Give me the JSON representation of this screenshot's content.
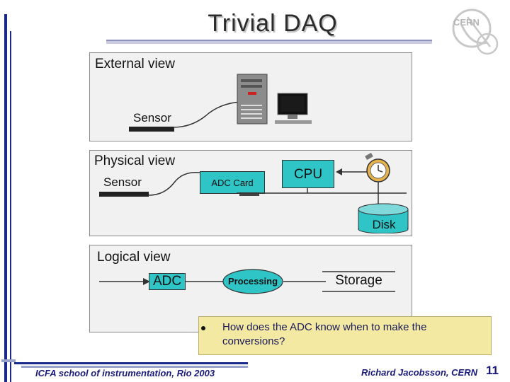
{
  "title": "Trivial DAQ",
  "logo_text": "CERN",
  "external_view": {
    "label": "External view",
    "sensor_label": "Sensor"
  },
  "physical_view": {
    "label": "Physical view",
    "sensor_label": "Sensor",
    "adc_card_label": "ADC Card",
    "cpu_label": "CPU",
    "disk_label": "Disk"
  },
  "logical_view": {
    "label": "Logical view",
    "adc_label": "ADC",
    "processing_label": "Processing",
    "storage_label": "Storage"
  },
  "note": {
    "text": "How does the ADC know when to make the conversions?"
  },
  "footer": {
    "left": "ICFA school of instrumentation, Rio 2003",
    "right": "Richard Jacobsson, CERN",
    "page_number": "11"
  },
  "colors": {
    "panel_bg": "#f1f1f1",
    "teal": "#2fc5c7",
    "note_bg": "#f3e9a3",
    "accent_blue": "#1a1a7a"
  }
}
